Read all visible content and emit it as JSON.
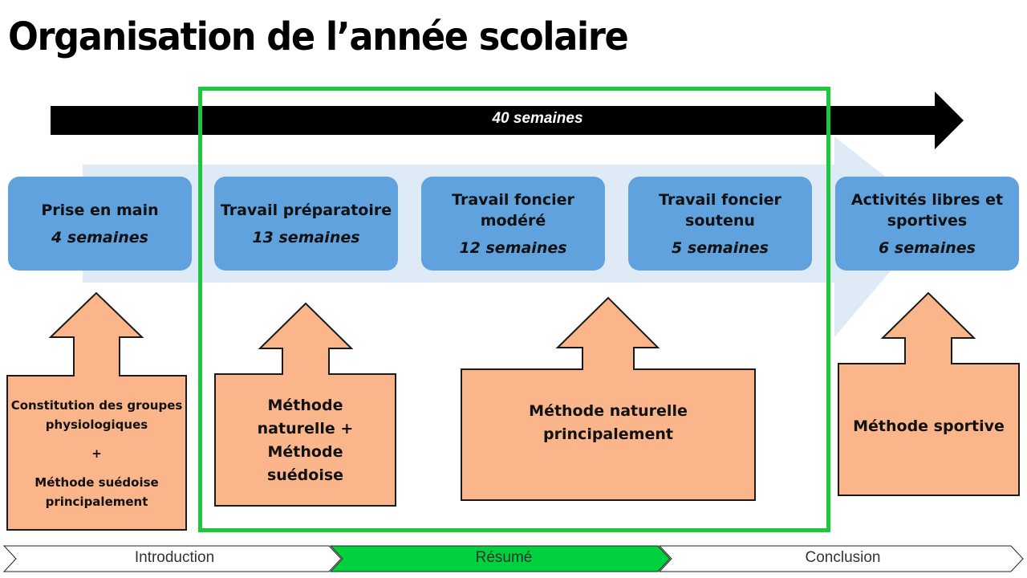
{
  "title": "Organisation de l’année scolaire",
  "timeline": {
    "label": "40 semaines"
  },
  "phases": [
    {
      "name": "Prise en main",
      "duration": "4 semaines"
    },
    {
      "name": "Travail préparatoire",
      "duration": "13 semaines"
    },
    {
      "name": "Travail foncier modéré",
      "duration": "12 semaines"
    },
    {
      "name": "Travail foncier soutenu",
      "duration": "5 semaines"
    },
    {
      "name": "Activités libres et sportives",
      "duration": "6 semaines"
    }
  ],
  "methods": [
    {
      "line1": "Constitution des groupes physiologiques",
      "plus": "+",
      "line2": "Méthode suédoise principalement"
    },
    {
      "text": "Méthode naturelle + Méthode suédoise"
    },
    {
      "text": "Méthode naturelle principalement"
    },
    {
      "text": "Méthode sportive"
    }
  ],
  "nav": {
    "items": [
      "Introduction",
      "Résumé",
      "Conclusion"
    ],
    "active_index": 1
  },
  "colors": {
    "phase_box": "#5fa2dd",
    "light_band": "#deebf7",
    "method_arrow": "#fbb58b",
    "highlight_frame": "#1ec83c",
    "nav_active": "#00d13c",
    "timeline_arrow": "#000000"
  }
}
